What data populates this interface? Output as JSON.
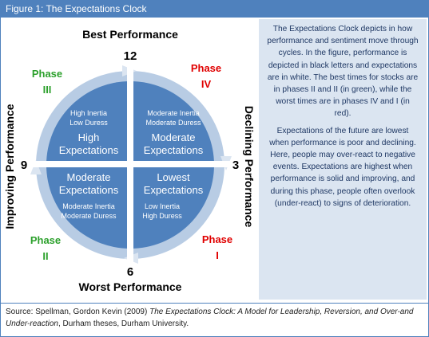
{
  "header": {
    "title": "Figure 1: The Expectations Clock"
  },
  "clock": {
    "top_label": "Best Performance",
    "bottom_label": "Worst Performance",
    "left_label": "Improving Performance",
    "right_label": "Declining Performance",
    "hours": {
      "twelve": "12",
      "three": "3",
      "six": "6",
      "nine": "9"
    },
    "phases": [
      {
        "name": "Phase",
        "numeral": "III",
        "color": "#2ca02c"
      },
      {
        "name": "Phase",
        "numeral": "IV",
        "color": "#e00000"
      },
      {
        "name": "Phase",
        "numeral": "II",
        "color": "#2ca02c"
      },
      {
        "name": "Phase",
        "numeral": "I",
        "color": "#e00000"
      }
    ],
    "quadrants": {
      "top_left": {
        "inertia": "High Inertia",
        "duress": "Low Duress",
        "line1": "High",
        "line2": "Expectations"
      },
      "top_right": {
        "inertia": "Moderate Inertia",
        "duress": "Moderate Duress",
        "line1": "Moderate",
        "line2": "Expectations"
      },
      "bottom_left": {
        "line1": "Moderate",
        "line2": "Expectations",
        "inertia": "Moderate Inertia",
        "duress": "Moderate Duress"
      },
      "bottom_right": {
        "line1": "Lowest",
        "line2": "Expectations",
        "inertia": "Low Inertia",
        "duress": "High Duress"
      }
    },
    "colors": {
      "ring": "#b8cce4",
      "disc": "#4f81bd",
      "accent": "#4f81bd"
    }
  },
  "sidebar": {
    "paragraph1": "The Expectations Clock depicts in how performance and sentiment move through cycles. In the figure, performance is depicted in black letters and expectations are in white. The best times for stocks are in phases II and II (in green), while the worst times are in phases IV and I (in red).",
    "paragraph2": "Expectations of the future are lowest when performance is poor and declining. Here, people may over-react to negative events. Expectations are highest when performance is solid and improving, and during this phase, people often overlook (under-react) to signs of deterioration."
  },
  "footer": {
    "source_prefix": "Source: Spellman, Gordon Kevin (2009) ",
    "source_title": "The Expectations Clock: A Model for Leadership, Reversion, and Over-and Under-reaction",
    "source_suffix": ", Durham theses, Durham University."
  }
}
